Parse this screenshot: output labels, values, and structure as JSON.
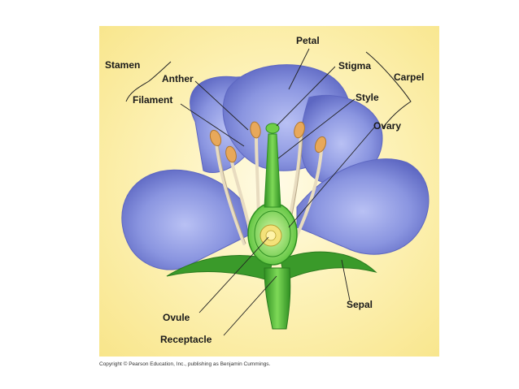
{
  "labels": {
    "petal": "Petal",
    "stamen": "Stamen",
    "anther": "Anther",
    "filament": "Filament",
    "stigma": "Stigma",
    "carpel": "Carpel",
    "style": "Style",
    "ovary": "Ovary",
    "ovule": "Ovule",
    "sepal": "Sepal",
    "receptacle": "Receptacle"
  },
  "copyright": "Copyright © Pearson Education, Inc., publishing as Benjamin Cummings.",
  "colors": {
    "background": "#f8e58a",
    "petal": "#8a95e0",
    "petal_dark": "#5d67c2",
    "stem": "#4fb832",
    "sepal": "#3a9a2a",
    "anther": "#e8a85a",
    "filament": "#e8dcc0"
  }
}
